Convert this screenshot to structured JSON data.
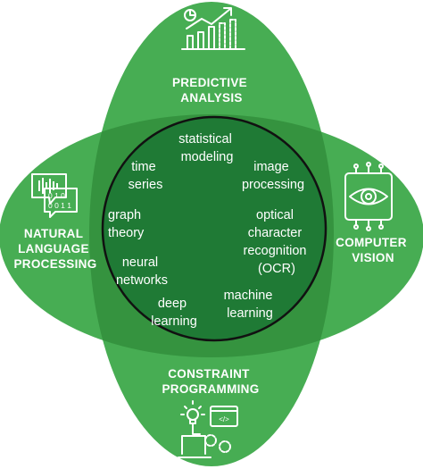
{
  "lobes": {
    "top": {
      "lines": [
        "PREDICTIVE",
        "ANALYSIS"
      ],
      "icon": "rising-bar-chart-icon"
    },
    "right": {
      "lines": [
        "COMPUTER",
        "VISION"
      ],
      "icon": "eye-circuit-icon"
    },
    "bottom": {
      "lines": [
        "CONSTRAINT",
        "PROGRAMMING"
      ],
      "icon": "lightbulb-code-gears-icon"
    },
    "left": {
      "lines": [
        "NATURAL",
        "LANGUAGE",
        "PROCESSING"
      ],
      "icon": "speech-bubbles-binary-icon"
    }
  },
  "core_terms": [
    [
      "statistical",
      "modeling"
    ],
    [
      "time",
      "series"
    ],
    [
      "image",
      "processing"
    ],
    [
      "graph",
      "theory"
    ],
    [
      "optical",
      "character",
      "recognition",
      "(OCR)"
    ],
    [
      "neural",
      "networks"
    ],
    [
      "machine",
      "learning"
    ],
    [
      "deep",
      "learning"
    ]
  ],
  "icon_text": {
    "binary": [
      "0 1 0",
      "0 0 1 1"
    ],
    "code": "</>"
  },
  "colors": {
    "lobe": "#47ad53",
    "overlap": "#35933f",
    "core": "#1f7a35",
    "core_border": "#111111",
    "text": "#ffffff"
  }
}
